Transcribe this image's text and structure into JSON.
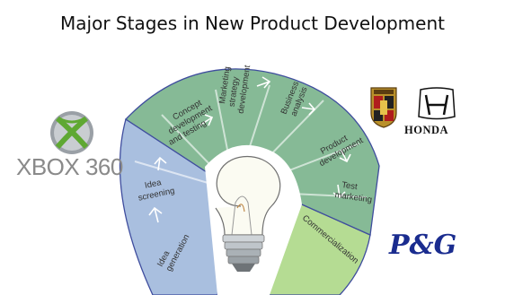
{
  "title": "Major Stages in New Product Development",
  "stages": [
    {
      "id": "idea-generation",
      "lines": [
        "Idea",
        "generation"
      ]
    },
    {
      "id": "idea-screening",
      "lines": [
        "Idea",
        "screening"
      ]
    },
    {
      "id": "concept-development",
      "lines": [
        "Concept",
        "development",
        "and testing"
      ]
    },
    {
      "id": "marketing-strategy",
      "lines": [
        "Marketing",
        "strategy",
        "development"
      ]
    },
    {
      "id": "business-analysis",
      "lines": [
        "Business",
        "analysis"
      ]
    },
    {
      "id": "product-development",
      "lines": [
        "Product",
        "development"
      ]
    },
    {
      "id": "test-marketing",
      "lines": [
        "Test",
        "marketing"
      ]
    },
    {
      "id": "commercialization",
      "lines": [
        "Commercialization"
      ]
    }
  ],
  "logos": {
    "xbox": "XBOX 360",
    "honda": "HONDA",
    "pg": "P&G"
  },
  "colors": {
    "blue_section": "#a9bfdf",
    "green_section": "#86ba96",
    "light_green_section": "#b5dc93",
    "outline": "#3f4d9e",
    "arrow": "#ffffff"
  },
  "icons": [
    "xbox-sphere-icon",
    "porsche-crest-icon",
    "honda-h-icon",
    "light-bulb-icon",
    "stage-arrow-icon"
  ]
}
